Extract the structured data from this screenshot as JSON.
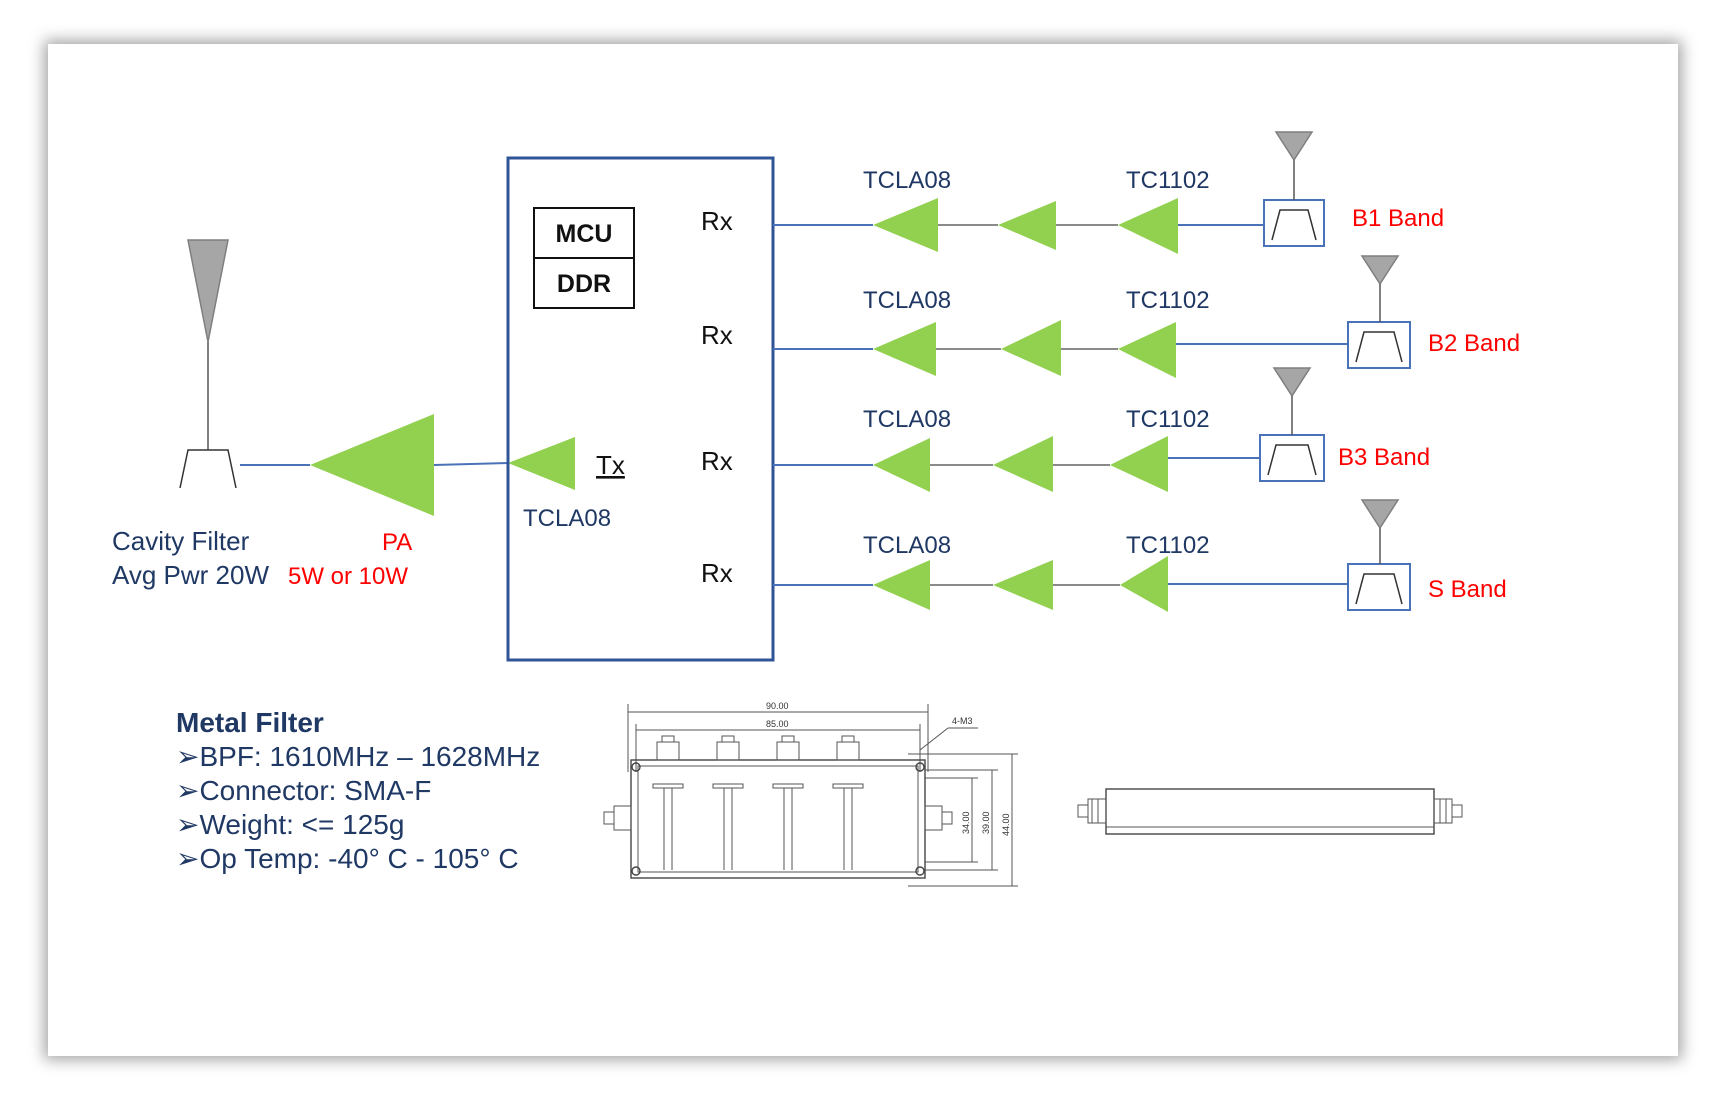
{
  "diagram": {
    "mcu": "MCU",
    "ddr": "DDR",
    "tx": "Tx",
    "tx_amp": "TCLA08",
    "rx_label": "Rx",
    "cavity": {
      "line1": "Cavity Filter",
      "line2": "Avg Pwr 20W"
    },
    "pa": {
      "line1": "PA",
      "line2": "5W or 10W"
    },
    "rx_chains": [
      {
        "lna1": "TCLA08",
        "lna2": "TC1102",
        "band": "B1 Band"
      },
      {
        "lna1": "TCLA08",
        "lna2": "TC1102",
        "band": "B2 Band"
      },
      {
        "lna1": "TCLA08",
        "lna2": "TC1102",
        "band": "B3 Band"
      },
      {
        "lna1": "TCLA08",
        "lna2": "TC1102",
        "band": "S Band"
      }
    ]
  },
  "metal_filter": {
    "title": "Metal Filter",
    "specs": [
      "➢BPF: 1610MHz – 1628MHz",
      "➢Connector: SMA-F",
      "➢Weight: <= 125g",
      "➢Op Temp: -40° C - 105° C"
    ],
    "drawing": {
      "dim_outer": "90.00",
      "dim_inner": "85.00",
      "hole_note": "4-M3",
      "dim_h1": "34.00",
      "dim_h2": "39.00",
      "dim_h3": "44.00"
    }
  },
  "colors": {
    "amplifier": "#92d050",
    "wire": "#4a72b8",
    "label_blue": "#1f3864",
    "label_red": "#ff0000"
  }
}
